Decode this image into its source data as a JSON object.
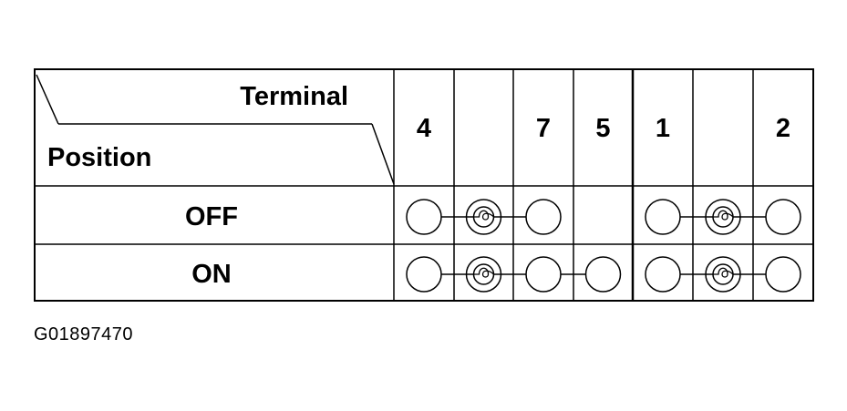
{
  "header": {
    "terminal_label": "Terminal",
    "position_label": "Position"
  },
  "columns": [
    {
      "label": "4"
    },
    {
      "label": ""
    },
    {
      "label": "7"
    },
    {
      "label": "5"
    },
    {
      "label": "1"
    },
    {
      "label": ""
    },
    {
      "label": "2"
    }
  ],
  "rows": [
    {
      "label": "OFF",
      "cells": [
        "terminal",
        "bulb",
        "terminal",
        "",
        "terminal",
        "bulb",
        "terminal"
      ],
      "connections": [
        [
          0,
          1
        ],
        [
          1,
          2
        ],
        [
          4,
          5
        ],
        [
          5,
          6
        ]
      ]
    },
    {
      "label": "ON",
      "cells": [
        "terminal",
        "bulb",
        "terminal",
        "terminal",
        "terminal",
        "bulb",
        "terminal"
      ],
      "connections": [
        [
          0,
          1
        ],
        [
          1,
          2
        ],
        [
          2,
          3
        ],
        [
          4,
          5
        ],
        [
          5,
          6
        ]
      ]
    }
  ],
  "figure_code": "G01897470"
}
